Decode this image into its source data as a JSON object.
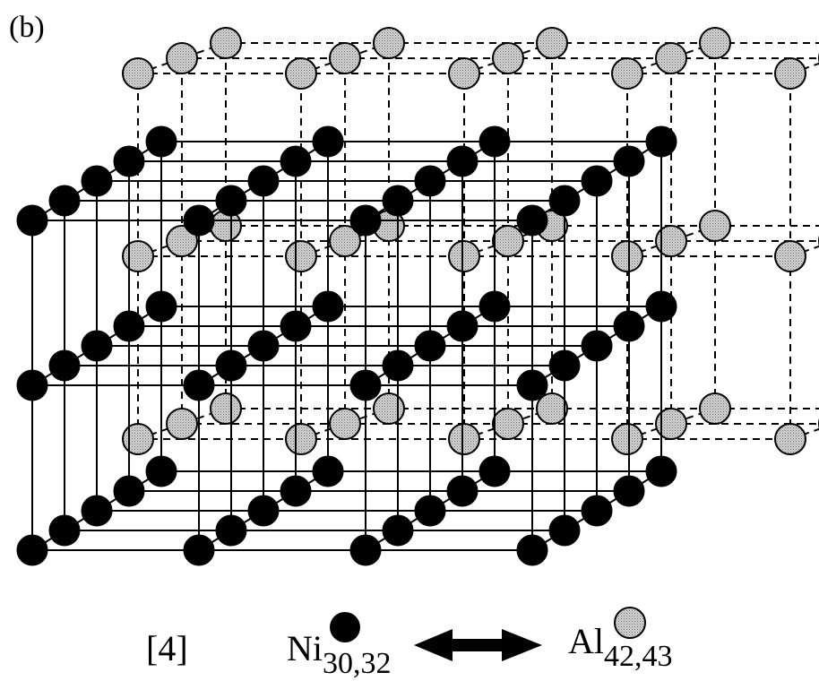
{
  "figure": {
    "panel_label": "(b)",
    "reference": "[4]"
  },
  "legend": {
    "ni": {
      "symbol": "Ni",
      "subscript": "30,32"
    },
    "al": {
      "symbol": "Al",
      "subscript": "42,43"
    }
  },
  "colors": {
    "ni_atom": "#000000",
    "al_atom": "#c8c8c8",
    "line": "#000000"
  }
}
